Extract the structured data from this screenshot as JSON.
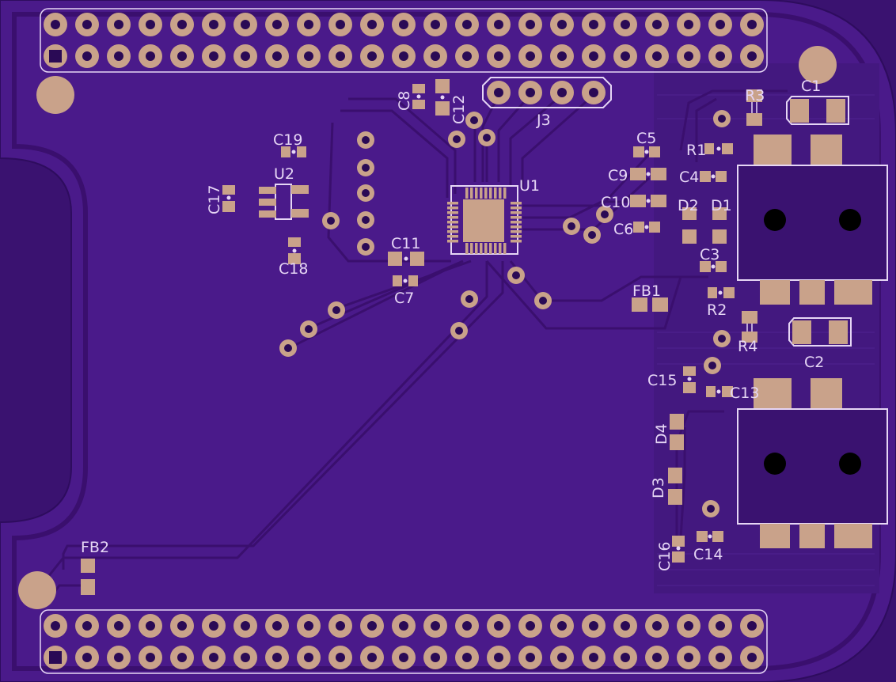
{
  "colors": {
    "background": "#3a1270",
    "board": "#4a1a8a",
    "ground_pour": "#43187f",
    "trace": "#3a0f6e",
    "pad": "#c9a28a",
    "silkscreen": "#e6d6f5",
    "hole": "#2a0a55",
    "drill": "#000000"
  },
  "header_pins_per_row": 23,
  "labels": {
    "c1": "C1",
    "c2": "C2",
    "c3": "C3",
    "c4": "C4",
    "c5": "C5",
    "c6": "C6",
    "c7": "C7",
    "c8": "C8",
    "c9": "C9",
    "c10": "C10",
    "c11": "C11",
    "c12": "C12",
    "c13": "C13",
    "c14": "C14",
    "c15": "C15",
    "c16": "C16",
    "c17": "C17",
    "c18": "C18",
    "c19": "C19",
    "r1": "R1",
    "r2": "R2",
    "r3": "R3",
    "r4": "R4",
    "d1": "D1",
    "d2": "D2",
    "d3": "D3",
    "d4": "D4",
    "fb1": "FB1",
    "fb2": "FB2",
    "u1": "U1",
    "u2": "U2",
    "j3": "J3"
  }
}
